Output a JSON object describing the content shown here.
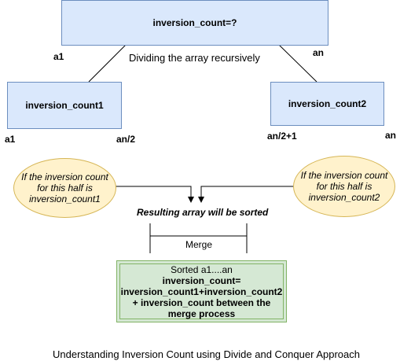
{
  "root": {
    "label": "inversion_count=?"
  },
  "labels": {
    "a1_top": "a1",
    "an_top": "an",
    "dividing": "Dividing the array recursively",
    "a1_left": "a1",
    "an2_left": "an/2",
    "an2p1_right": "an/2+1",
    "an_right": "an",
    "resulting": "Resulting array will be sorted",
    "merge": "Merge"
  },
  "left_half": {
    "label": "inversion_count1"
  },
  "right_half": {
    "label": "inversion_count2"
  },
  "left_note": {
    "lines": [
      "If the inversion count",
      "for this half is",
      "inversion_count1"
    ]
  },
  "right_note": {
    "lines": [
      "If the inversion count",
      "for this half is",
      "inversion_count2"
    ]
  },
  "result": {
    "line1": "Sorted a1....an",
    "line2": "inversion_count=",
    "line3": "inversion_count1+inversion_count2",
    "line4": "+ inversion_count between the",
    "line5": "merge process"
  },
  "caption": "Understanding Inversion Count using Divide and Conquer Approach"
}
